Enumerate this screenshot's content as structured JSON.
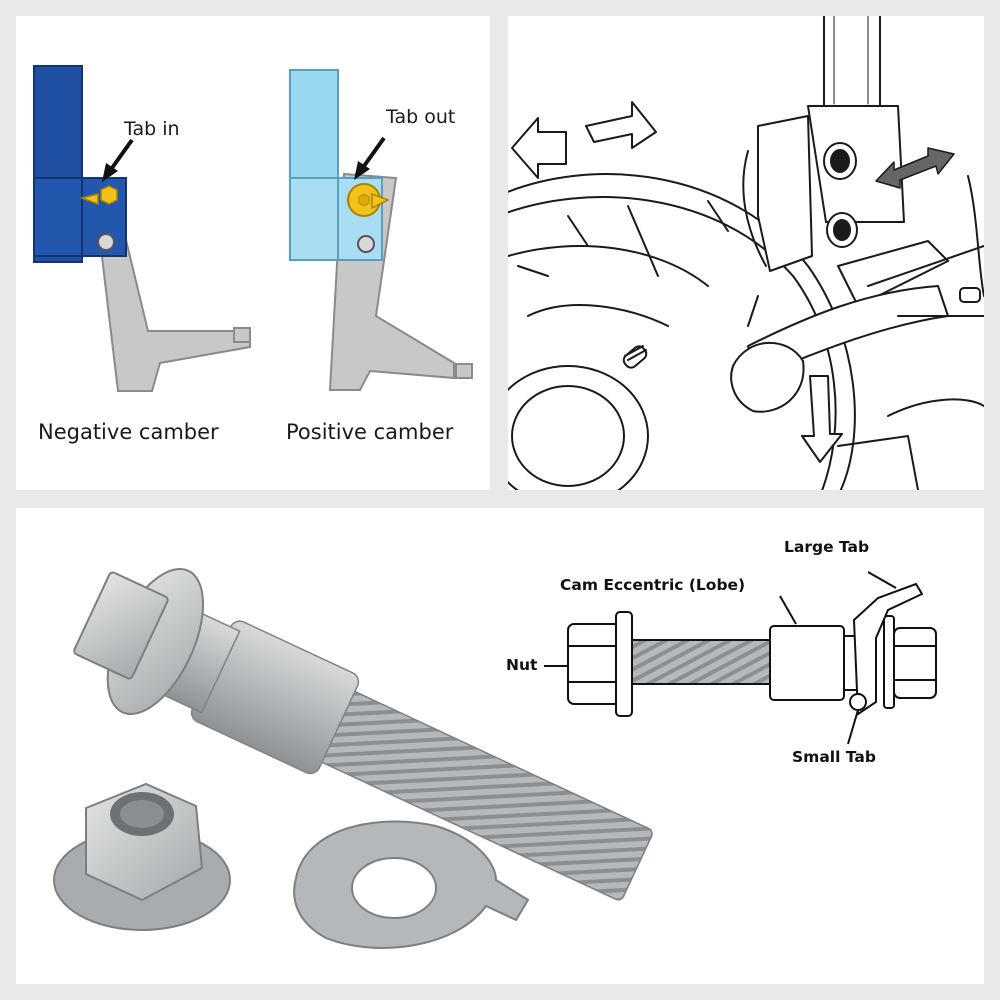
{
  "camber_panel": {
    "negative": {
      "tab_label": "Tab in",
      "caption": "Negative camber"
    },
    "positive": {
      "tab_label": "Tab out",
      "caption": "Positive camber"
    }
  },
  "install_panel": {},
  "bolt_panel": {
    "labels": {
      "large_tab": "Large Tab",
      "cam": "Cam Eccentric (Lobe)",
      "nut": "Nut",
      "small_tab": "Small Tab"
    }
  },
  "colors": {
    "strut_negative": "#1f4fa0",
    "strut_positive": "#9ad7f0",
    "knuckle": "#c8c8c8",
    "cam_tab": "#f2c21b",
    "metal": "#b9bcbe",
    "background": "#e9e9e9"
  }
}
